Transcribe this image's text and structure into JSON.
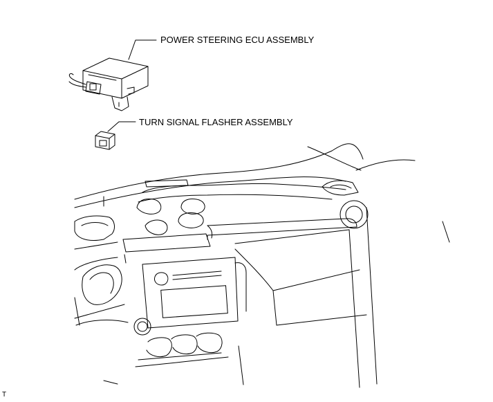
{
  "labels": {
    "power_steering_ecu": "POWER STEERING ECU ASSEMBLY",
    "turn_signal_flasher": "TURN SIGNAL FLASHER ASSEMBLY"
  },
  "corner_mark": "T"
}
